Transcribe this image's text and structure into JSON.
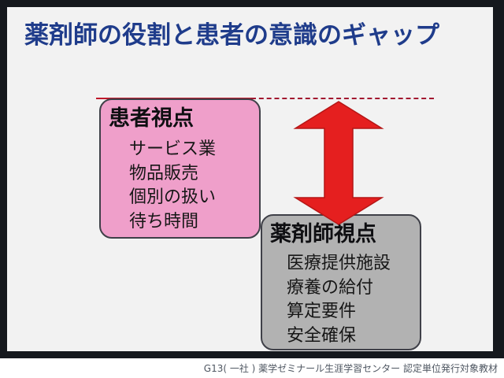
{
  "slide": {
    "title": "薬剤師の役割と患者の意識のギャップ"
  },
  "patient_view": {
    "heading": "患者視点",
    "items": [
      "サービス業",
      "物品販売",
      "個別の扱い",
      "待ち時間"
    ]
  },
  "pharmacist_view": {
    "heading": "薬剤師視点",
    "items": [
      "医療提供施設",
      "療養の給付",
      "算定要件",
      "安全確保"
    ]
  },
  "footer": {
    "credit": "G13( 一社 ) 薬学ゼミナール生涯学習センター 認定単位発行対象教材"
  },
  "colors": {
    "title": "#1f3c8b",
    "patient_box": "#ef9fca",
    "pharmacist_box": "#b2b2b2",
    "arrow": "#e51f1f",
    "divider": "#c0182b",
    "frame": "#15181d",
    "slide_bg": "#f2f2f2"
  },
  "icons": {
    "gap_arrow": "double-headed-vertical-arrow-icon"
  }
}
